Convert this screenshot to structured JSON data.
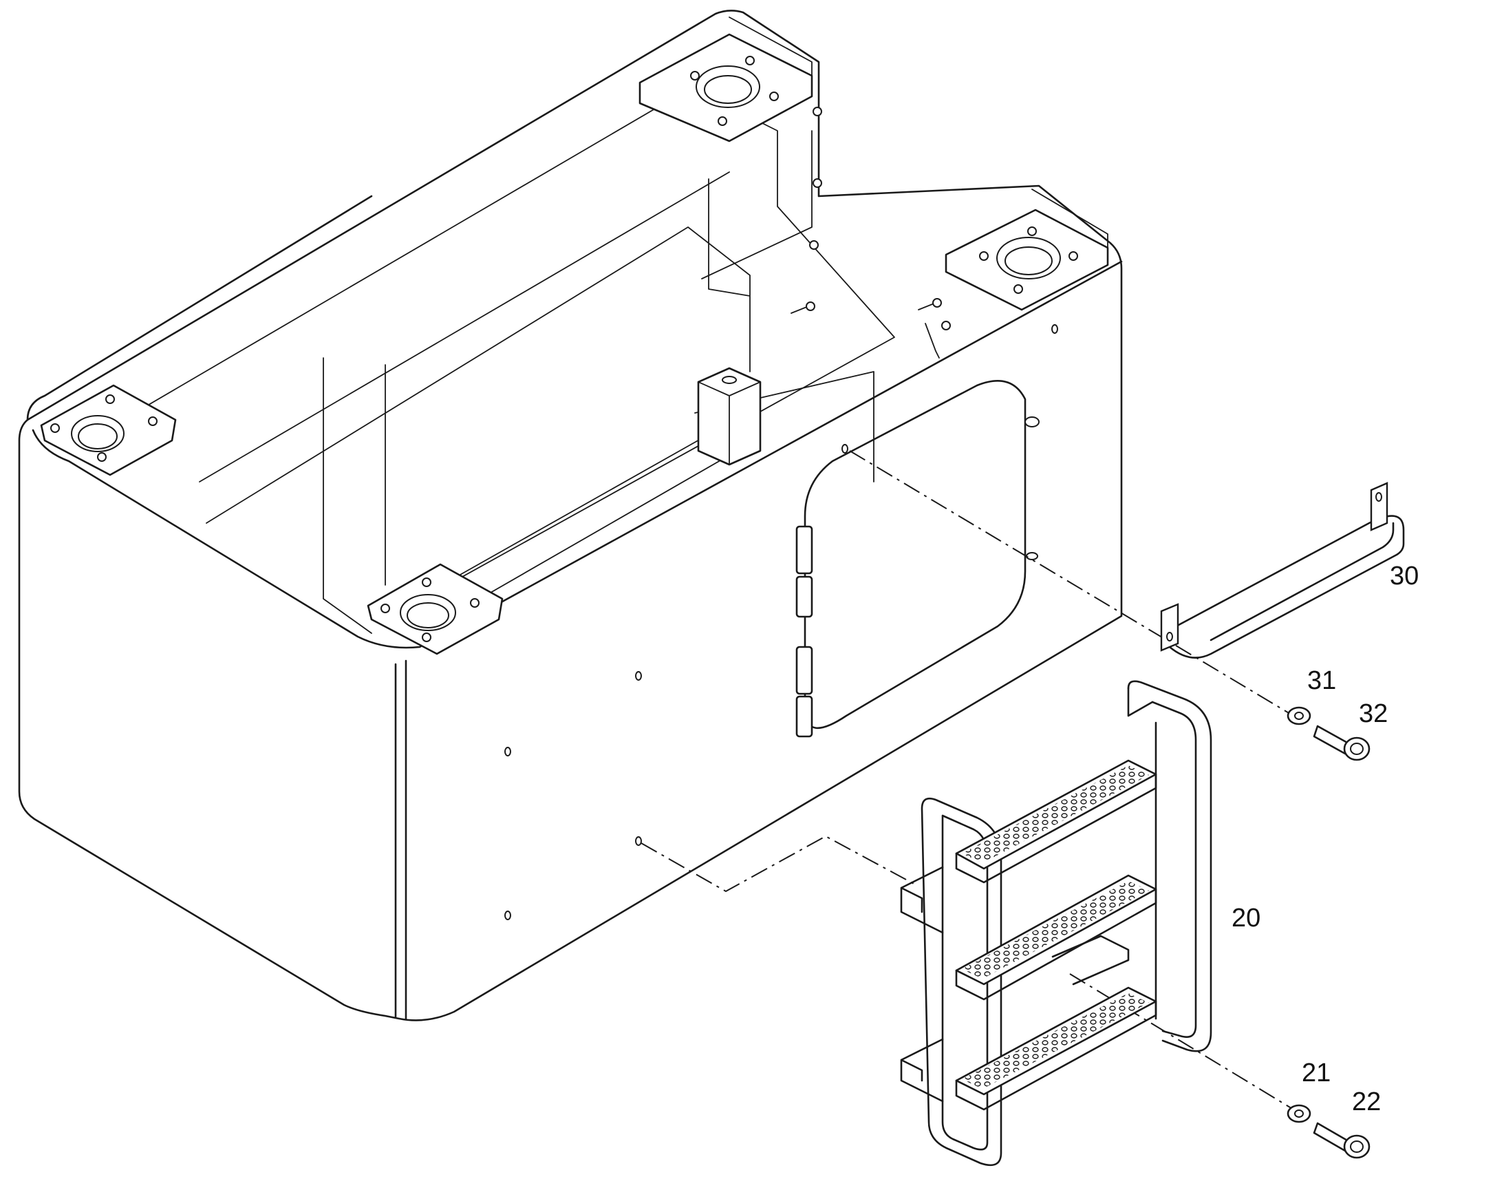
{
  "callouts": {
    "c20": "20",
    "c21": "21",
    "c22": "22",
    "c30": "30",
    "c31": "31",
    "c32": "32"
  },
  "parts": [
    "counterweight-housing",
    "access-ladder",
    "handrail",
    "washer",
    "bolt"
  ],
  "colors": {
    "line": "#1a1a1a",
    "background": "#ffffff"
  }
}
